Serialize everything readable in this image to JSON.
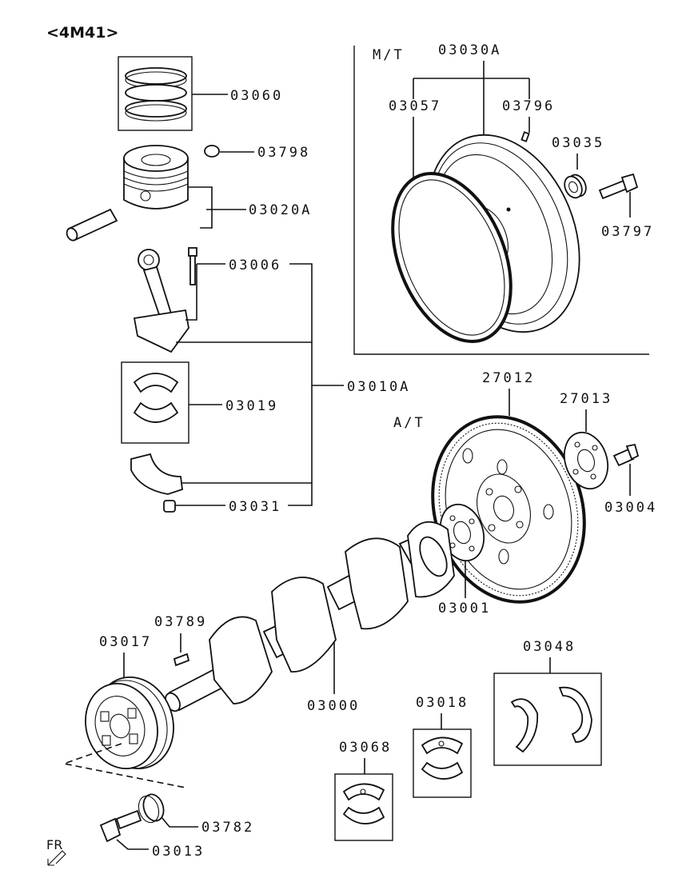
{
  "title": "<4M41>",
  "variants": {
    "mt": "M/T",
    "at": "A/T"
  },
  "direction": "FR",
  "labels": {
    "p03060": "03060",
    "p03798": "03798",
    "p03020A": "03020A",
    "p03006": "03006",
    "p03010A": "03010A",
    "p03019": "03019",
    "p03031": "03031",
    "p03030A": "03030A",
    "p03057": "03057",
    "p03796": "03796",
    "p03035": "03035",
    "p03797": "03797",
    "p27012": "27012",
    "p27013": "27013",
    "p03004": "03004",
    "p03001": "03001",
    "p03789": "03789",
    "p03017": "03017",
    "p03000": "03000",
    "p03048": "03048",
    "p03018": "03018",
    "p03068": "03068",
    "p03782": "03782",
    "p03013": "03013"
  }
}
